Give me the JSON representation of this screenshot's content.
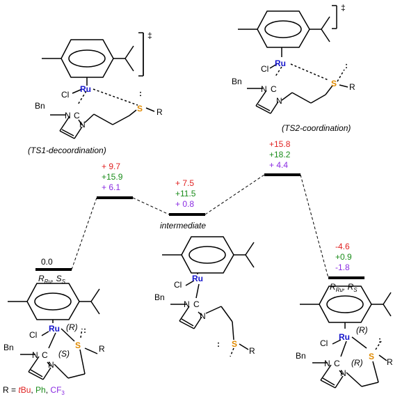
{
  "levels": [
    {
      "id": "start",
      "values": [
        "0.0"
      ],
      "label_html": [
        "R",
        "Ru",
        ", S",
        "S"
      ]
    },
    {
      "id": "ts1",
      "values": [
        "+ 9.7",
        "+15.9",
        "+ 6.1"
      ],
      "caption": "(TS1-decoordination)"
    },
    {
      "id": "int",
      "values": [
        "+ 7.5",
        "+11.5",
        "+ 0.8"
      ],
      "caption": "intermediate"
    },
    {
      "id": "ts2",
      "values": [
        "+15.8",
        "+18.2",
        "+ 4.4"
      ],
      "caption": "(TS2-coordination)"
    },
    {
      "id": "end",
      "values": [
        "-4.6",
        "+0.9",
        "-1.8"
      ],
      "label_html": [
        "R",
        "Ru",
        ", R",
        "S"
      ]
    }
  ],
  "colors": {
    "tbu": "#e02020",
    "ph": "#1a8c1a",
    "cf3": "#8a2be2",
    "ru": "#1515cc",
    "s": "#e08a00"
  },
  "atoms": {
    "ru": "Ru",
    "cl": "Cl",
    "c": "C",
    "n": "N",
    "s": "S",
    "bn": "Bn",
    "r": "R",
    "dagger": "‡",
    "lone": ":"
  },
  "stereo": {
    "r": "(R)",
    "s": "(S)"
  },
  "legend": {
    "prefix": "R = ",
    "tbu_t": "t",
    "tbu_rest": "Bu",
    "sep1": ", ",
    "ph": "Ph",
    "sep2": ", ",
    "cf3_main": "CF",
    "cf3_sub": "3"
  }
}
